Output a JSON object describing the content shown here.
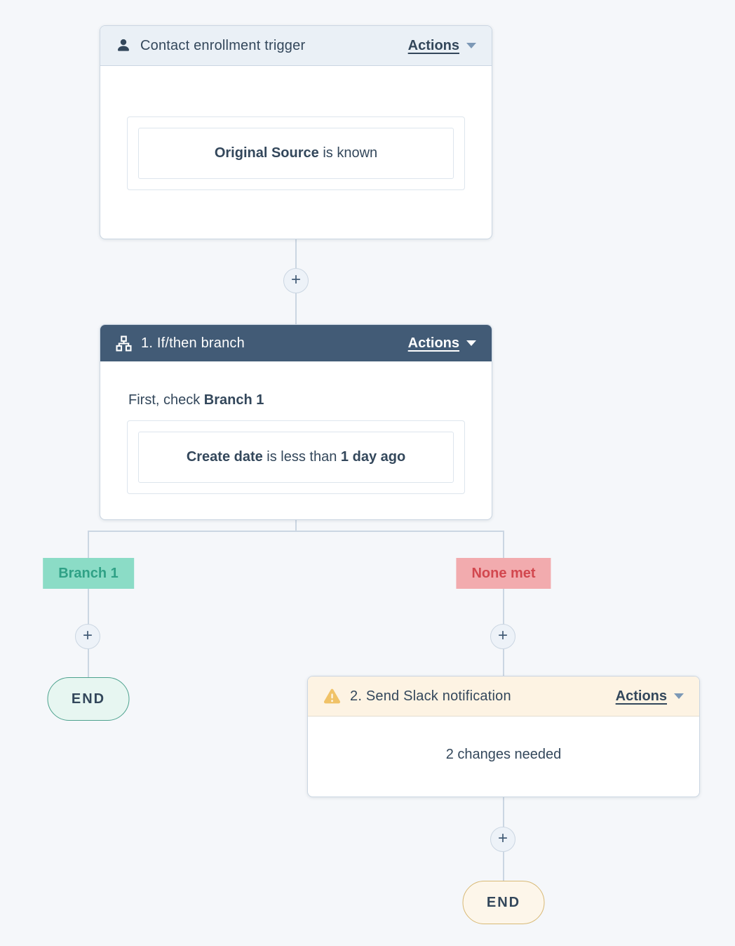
{
  "canvas": {
    "background": "#f5f7fa",
    "connector_color": "#cbd6e2"
  },
  "trigger_card": {
    "title": "Contact enrollment trigger",
    "actions": "Actions",
    "icon": "user-icon",
    "header_bg": "#eaf0f6",
    "condition_bold": "Original Source",
    "condition_rest": " is known"
  },
  "branch_card": {
    "title": "1. If/then branch",
    "actions": "Actions",
    "icon": "sitemap-icon",
    "header_bg": "#425b76",
    "intro_text": "First, check ",
    "intro_bold": "Branch 1",
    "condition_bold_1": "Create date",
    "condition_mid": " is less than ",
    "condition_bold_2": "1 day ago"
  },
  "slack_card": {
    "title": "2. Send Slack notification",
    "actions": "Actions",
    "icon": "warning-icon",
    "header_bg": "#fdf3e3",
    "warning_color": "#f0c267",
    "status": "2 changes needed"
  },
  "branch_labels": {
    "branch1": {
      "text": "Branch 1",
      "bg": "#8bdcc6",
      "color": "#2fa186"
    },
    "none_met": {
      "text": "None met",
      "bg": "#f2abae",
      "color": "#d2474e"
    }
  },
  "terminals": {
    "end_success": {
      "text": "END",
      "bg": "#e7f6f1",
      "border": "#4da28e"
    },
    "end_warning": {
      "text": "END",
      "bg": "#fdf6ea",
      "border": "#d8b975"
    }
  },
  "connectors": {
    "plus": "+"
  }
}
